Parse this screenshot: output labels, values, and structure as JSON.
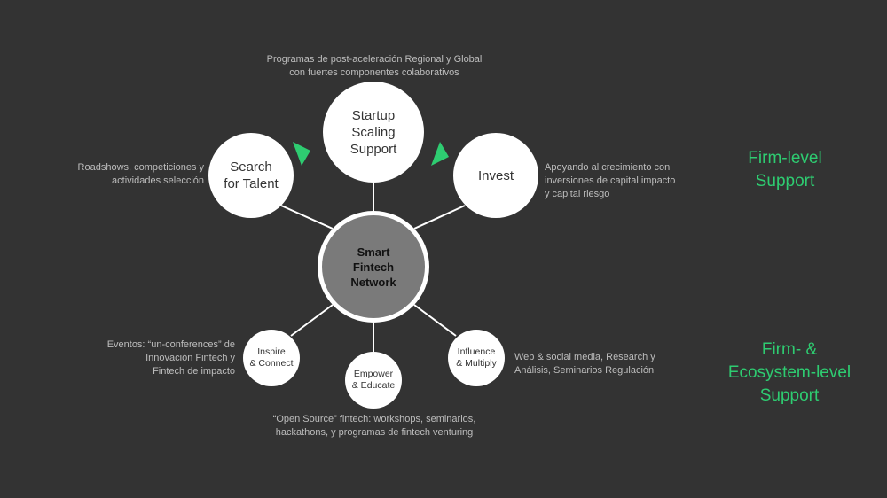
{
  "nodes": {
    "startup_scaling": "Startup\nScaling\nSupport",
    "search_talent": "Search\nfor Talent",
    "invest": "Invest",
    "center": "Smart\nFintech\nNetwork",
    "inspire": "Inspire\n& Connect",
    "empower": "Empower\n& Educate",
    "influence": "Influence\n& Multiply"
  },
  "descriptions": {
    "startup_scaling": "Programas de post-aceleración Regional y Global\ncon fuertes componentes colaborativos",
    "search_talent": "Roadshows, competiciones y\nactividades selección",
    "invest": "Apoyando al crecimiento con\ninversiones  de capital impacto\ny capital riesgo",
    "inspire": "Eventos: “un-conferences” de\nInnovación Fintech y\nFintech de impacto",
    "empower": "“Open Source” fintech: workshops, seminarios,\nhackathons, y programas de fintech venturing",
    "influence": "Web & social media, Research y\nAnálisis, Seminarios Regulación"
  },
  "labels": {
    "firm_level": "Firm-level\nSupport",
    "ecosystem_level": "Firm- &\nEcosystem-level\nSupport"
  },
  "colors": {
    "background": "#333333",
    "accent": "#2ecc71",
    "center_fill": "#7a7a7a",
    "node_fill": "#ffffff",
    "text_muted": "#bdbdbd"
  }
}
